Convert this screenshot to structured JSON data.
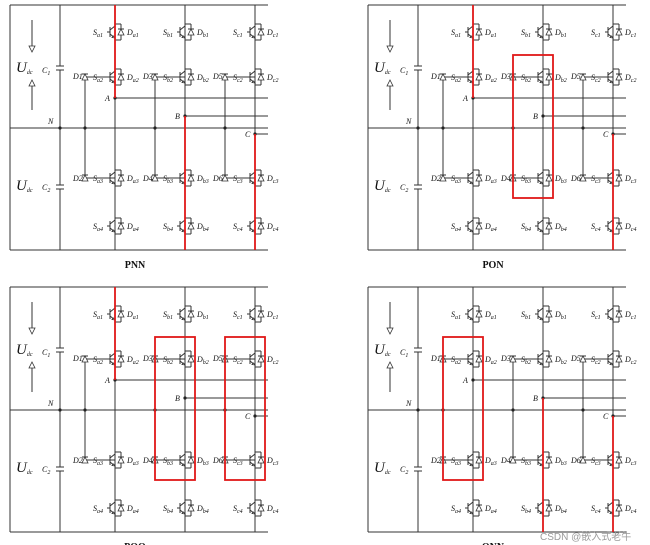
{
  "panels": [
    {
      "caption": "PNN",
      "state": [
        "P",
        "N",
        "N"
      ]
    },
    {
      "caption": "PON",
      "state": [
        "P",
        "O",
        "N"
      ]
    },
    {
      "caption": "POO",
      "state": [
        "P",
        "O",
        "O"
      ]
    },
    {
      "caption": "ONN",
      "state": [
        "O",
        "N",
        "N"
      ]
    }
  ],
  "labels": {
    "udc": "U",
    "udc_sub": "dc",
    "c1": "C",
    "c1_sub": "1",
    "c2": "C",
    "c2_sub": "2",
    "neutral": "N",
    "phases": [
      "A",
      "B",
      "C"
    ],
    "switch_letter": "S",
    "diode_letter": "D",
    "phase_sub": [
      "a",
      "b",
      "c"
    ],
    "clamp_diodes": [
      "D1",
      "D2",
      "D3",
      "D4",
      "D5",
      "D6"
    ]
  },
  "colors": {
    "highlight": "#e01818",
    "wire": "#333333"
  },
  "watermark": "CSDN @嵌入式老牛"
}
